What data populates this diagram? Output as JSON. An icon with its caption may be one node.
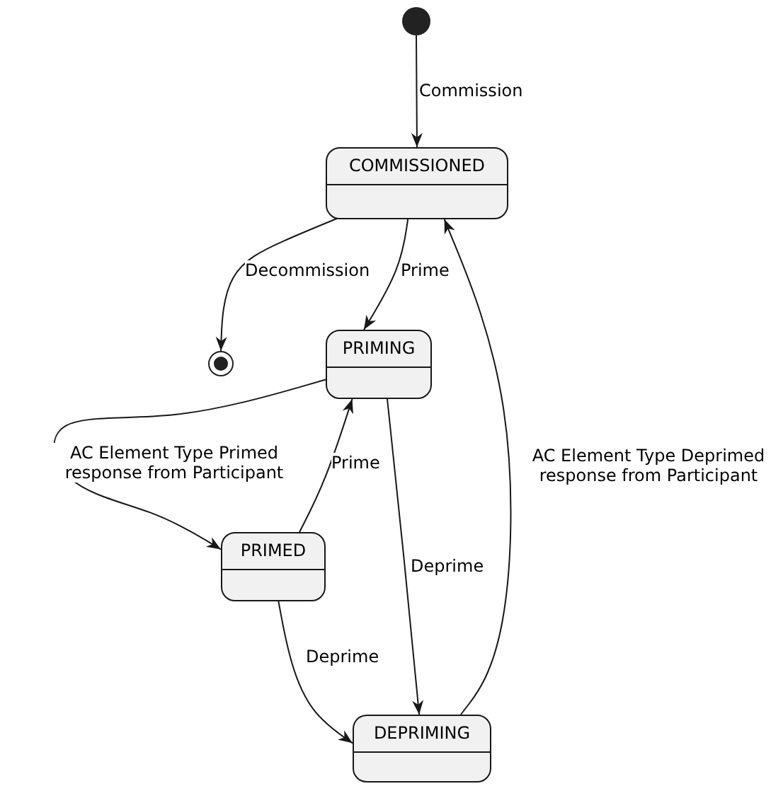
{
  "diagram": {
    "nodes": [
      {
        "text": [],
        "shape": "circle"
      },
      {
        "text": [
          "COMMISSIONED"
        ]
      },
      {
        "text": [],
        "shape": "bullseye"
      },
      {
        "text": [
          "PRIMING"
        ]
      },
      {
        "text": [
          "PRIMED"
        ]
      },
      {
        "text": [
          "DEPRIMING"
        ]
      }
    ],
    "edges": [
      {
        "from": 0,
        "to": 1,
        "arrow": "to",
        "label": "Commission"
      },
      {
        "from": 1,
        "to": 2,
        "arrow": "to",
        "label": "Decommission"
      },
      {
        "from": 1,
        "to": 3,
        "arrow": "to",
        "label": "Prime"
      },
      {
        "from": 3,
        "to": 4,
        "arrow": "to",
        "label": "AC Element Type Primed response from Participant"
      },
      {
        "from": 4,
        "to": 3,
        "arrow": "to",
        "label": "Prime"
      },
      {
        "from": 3,
        "to": 5,
        "arrow": "to",
        "label": "Deprime"
      },
      {
        "from": 4,
        "to": 5,
        "arrow": "to",
        "label": "Deprime"
      },
      {
        "from": 5,
        "to": 1,
        "arrow": "to",
        "label": "AC Element Type Deprimed response from Participant"
      }
    ]
  }
}
